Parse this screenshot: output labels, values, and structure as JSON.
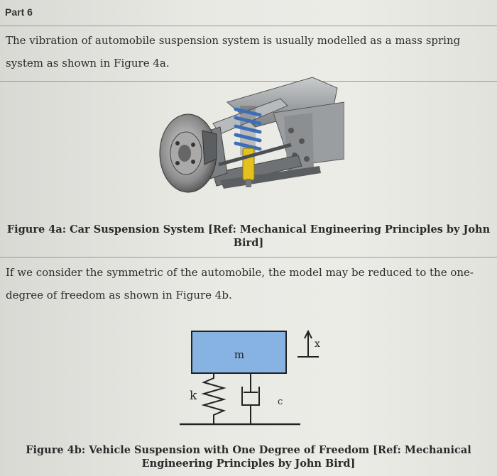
{
  "part_title": "Part 6",
  "intro": {
    "line1": "The vibration of automobile suspension system is usually modelled as a mass spring",
    "line2": "system as shown in Figure 4a."
  },
  "figure4a": {
    "caption_line1": "Figure 4a: Car Suspension System [Ref: Mechanical Engineering Principles by John",
    "caption_line2": "Bird]"
  },
  "body": {
    "line1": "If we consider the symmetric of the automobile, the model may be reduced to the one-",
    "line2": "degree of freedom as shown in Figure 4b."
  },
  "figure4b": {
    "mass_label": "m",
    "spring_label": "k",
    "damper_label": "c",
    "displacement_label": "x",
    "mass_color": "#87b3e3",
    "caption_line1": "Figure 4b: Vehicle Suspension with One Degree of Freedom [Ref: Mechanical",
    "caption_line2": "Engineering Principles by John Bird]"
  }
}
